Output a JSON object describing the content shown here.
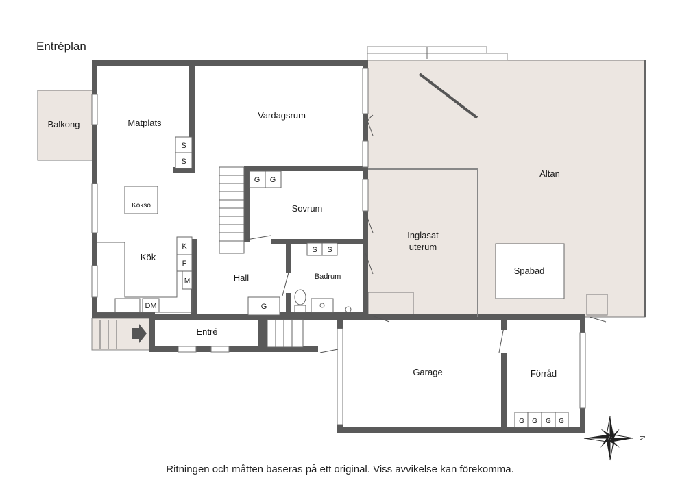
{
  "title": "Entréplan",
  "disclaimer": "Ritningen och måtten baseras på ett original. Viss avvikelse kan förekomma.",
  "rooms": {
    "balkong": "Balkong",
    "matplats": "Matplats",
    "vardagsrum": "Vardagsrum",
    "altan": "Altan",
    "sovrum": "Sovrum",
    "inglasat_line1": "Inglasat",
    "inglasat_line2": "uterum",
    "kok": "Kök",
    "hall": "Hall",
    "badrum": "Badrum",
    "spabad": "Spabad",
    "entre": "Entré",
    "garage": "Garage",
    "forrad": "Förråd"
  },
  "fixtures": {
    "wardrobe": "S",
    "heater": "G",
    "kitchen_island": "Köksö",
    "fridge": "K",
    "freezer": "F",
    "microwave": "M",
    "dishwasher": "DM"
  },
  "compass": {
    "north_label": "N"
  },
  "colors": {
    "wall": "#5a5a5a",
    "deck": "#ece6e1",
    "background": "#ffffff"
  }
}
